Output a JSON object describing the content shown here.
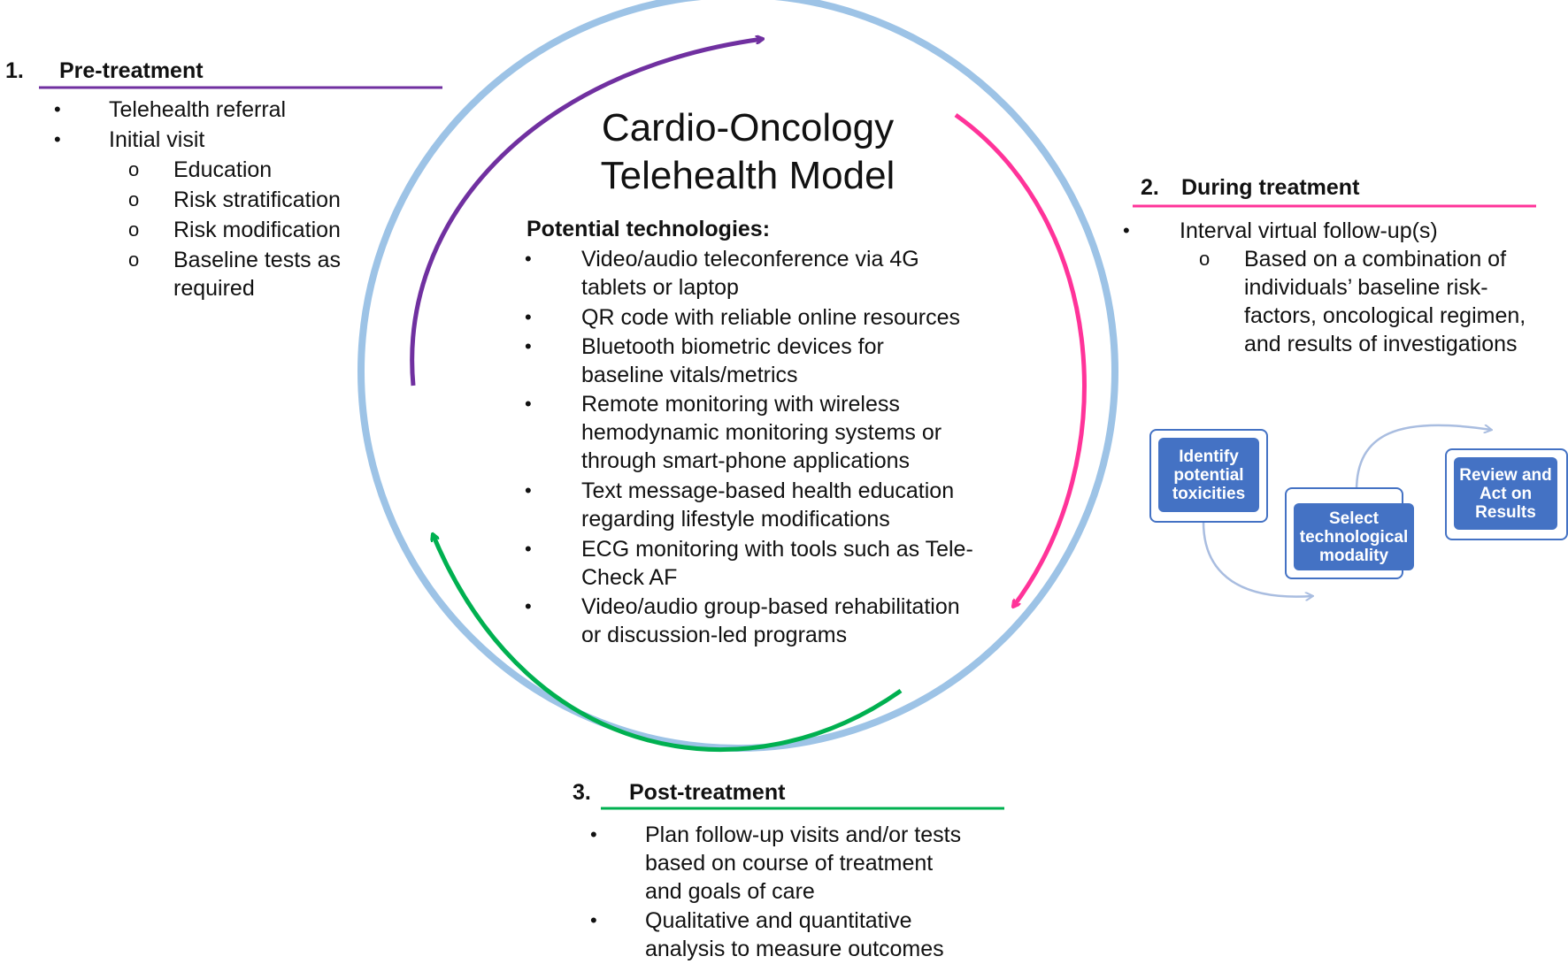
{
  "title": {
    "line1": "Cardio-Oncology",
    "line2": "Telehealth Model"
  },
  "colors": {
    "circle": "#9dc3e6",
    "pre": "#7030a0",
    "during": "#ff3399",
    "post": "#00b050",
    "box": "#4472c4"
  },
  "technologies": {
    "heading": "Potential technologies:",
    "items": [
      {
        "l1": "Video/audio teleconference via 4G",
        "l2": "tablets or laptop"
      },
      {
        "l1": "QR code with reliable online resources",
        "l2": ""
      },
      {
        "l1": "Bluetooth biometric devices for",
        "l2": "baseline vitals/metrics"
      },
      {
        "l1": "Remote monitoring with wireless",
        "l2": "hemodynamic monitoring systems or",
        "l3": "through smart-phone applications"
      },
      {
        "l1": "Text message-based health education",
        "l2": "regarding lifestyle modifications"
      },
      {
        "l1": "ECG monitoring with tools such as Tele-",
        "l2": "Check AF"
      },
      {
        "l1": "Video/audio group-based rehabilitation",
        "l2": "or discussion-led programs"
      }
    ]
  },
  "pre": {
    "number": "1.",
    "heading": "Pre-treatment",
    "items": [
      "Telehealth referral",
      "Initial visit"
    ],
    "subitems": [
      "Education",
      "Risk stratification",
      "Risk modification",
      "Baseline tests as",
      "required"
    ]
  },
  "during": {
    "number": "2.",
    "heading": "During treatment",
    "item": "Interval virtual follow-up(s)",
    "sub": [
      "Based on a combination of",
      "individuals’ baseline risk-",
      "factors, oncological regimen,",
      "and results of investigations"
    ]
  },
  "post": {
    "number": "3.",
    "heading": "Post-treatment",
    "items": [
      [
        "Plan follow-up visits and/or tests",
        "based on course of treatment",
        "and goals of care"
      ],
      [
        "Qualitative and quantitative",
        "analysis to measure outcomes"
      ]
    ]
  },
  "flow": {
    "step1": [
      "Identify",
      "potential",
      "toxicities"
    ],
    "step2": [
      "Select",
      "technological",
      "modality"
    ],
    "step3": [
      "Review and",
      "Act on",
      "Results"
    ]
  },
  "glyphs": {
    "bullet": "•",
    "sub_bullet": "o"
  }
}
